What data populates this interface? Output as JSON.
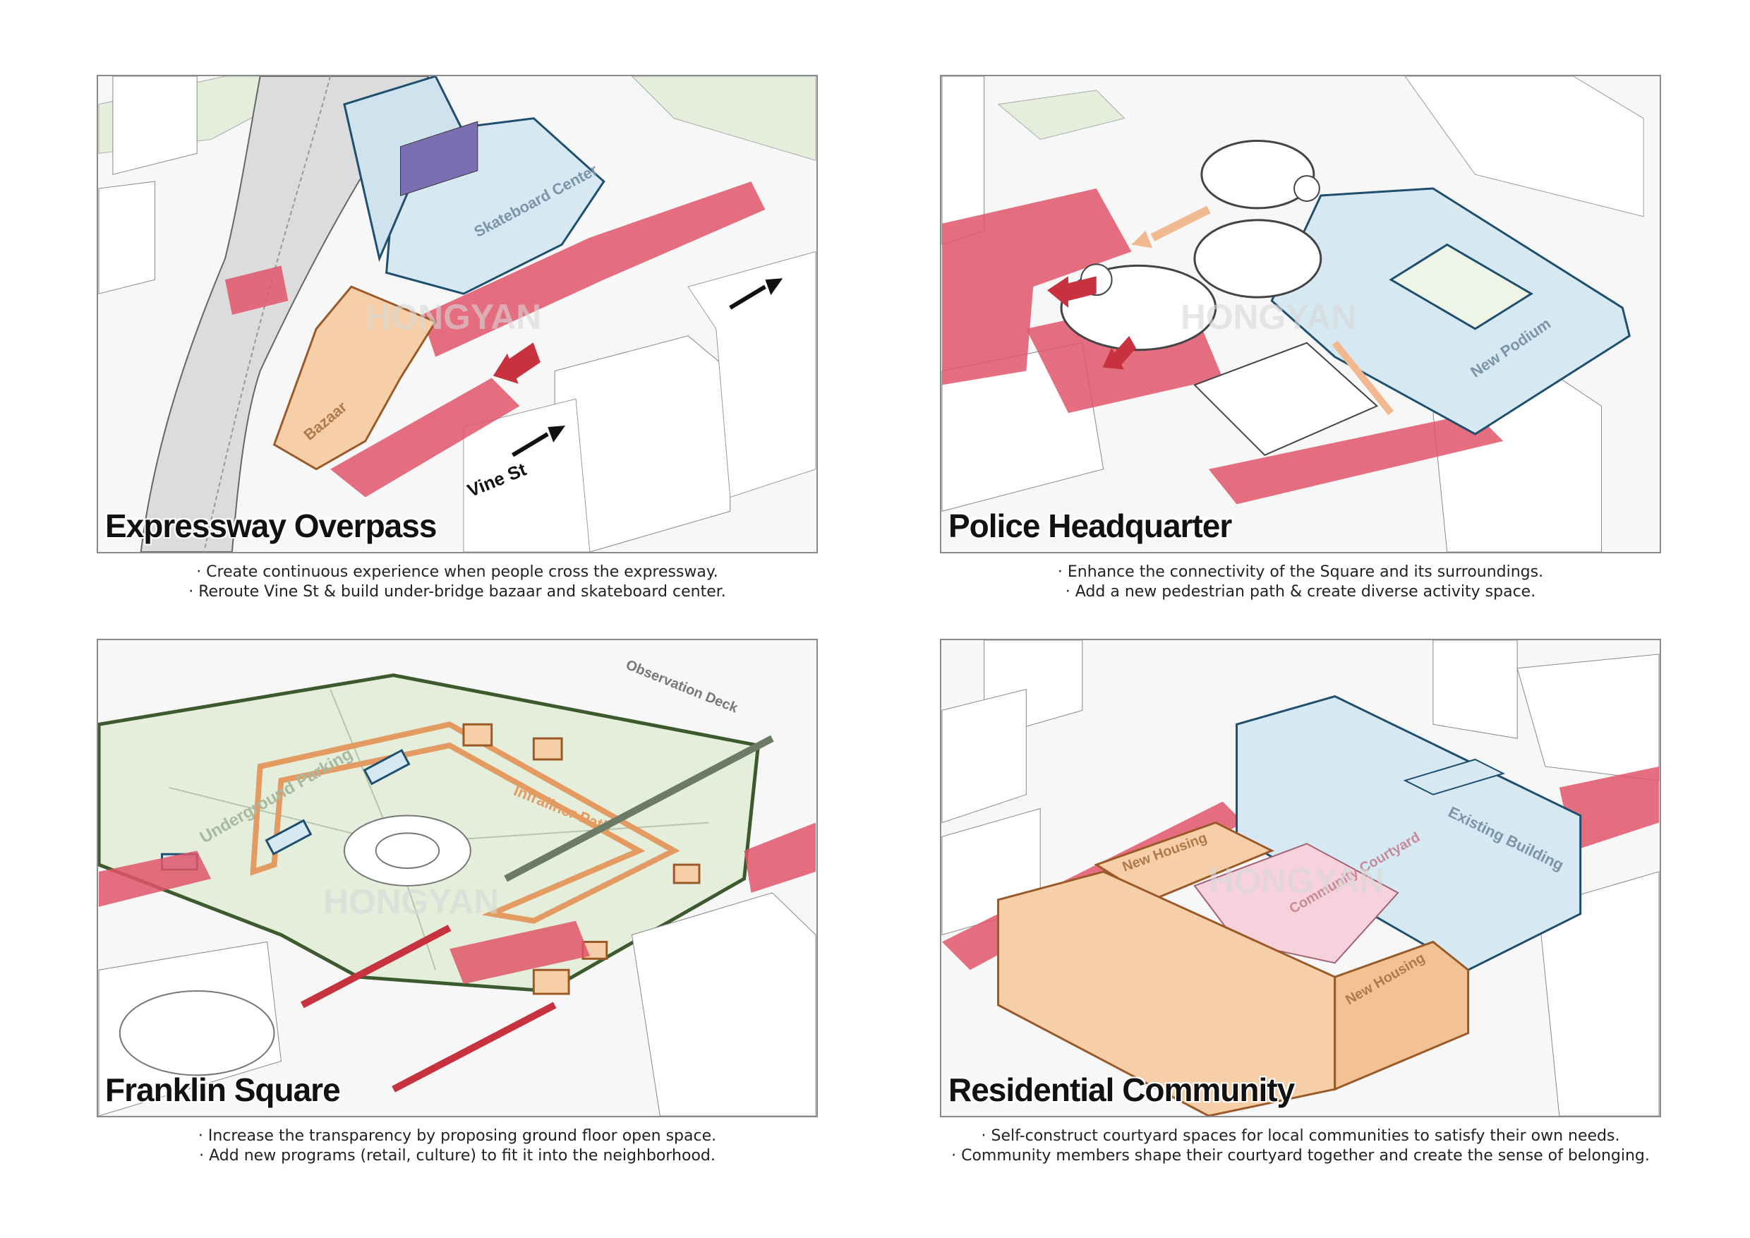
{
  "panels": [
    {
      "title": "Expressway Overpass",
      "captions": [
        "· Create continuous experience when people cross the expressway.",
        "· Reroute Vine St & build under-bridge bazaar and skateboard center."
      ],
      "labels": {
        "skateboard": "Skateboard Center",
        "bazaar": "Bazaar",
        "street": "Vine St"
      }
    },
    {
      "title": "Police Headquarter",
      "captions": [
        "· Enhance the connectivity of the Square and its surroundings.",
        "· Add a new pedestrian path & create diverse activity space."
      ],
      "labels": {
        "podium": "New Podium"
      }
    },
    {
      "title": "Franklin Square",
      "captions": [
        "· Increase the transparency by proposing ground floor open space.",
        "· Add new programs (retail, culture) to fit it into the neighborhood."
      ],
      "labels": {
        "parking": "Underground Parking",
        "path": "Infraliner Path",
        "deck": "Observation Deck"
      }
    },
    {
      "title": "Residential Community",
      "captions": [
        "· Self-construct courtyard spaces for local communities to satisfy their own needs.",
        "· Community members shape their courtyard together and create the sense of belonging."
      ],
      "labels": {
        "existing": "Existing Building",
        "housing1": "New Housing",
        "housing2": "New Housing",
        "courtyard": "Community Courtyard"
      }
    }
  ],
  "watermark": "HONGYAN",
  "colors": {
    "pedestrian": "#e0566a",
    "pedestrian_light": "#f0a3ad",
    "glass": "#d6e9f2",
    "glass_stroke": "#1f4f6e",
    "timber": "#f6cfa8",
    "timber_stroke": "#9a5a28",
    "green": "#e4eedb",
    "courtyard": "#f7d2dc"
  }
}
